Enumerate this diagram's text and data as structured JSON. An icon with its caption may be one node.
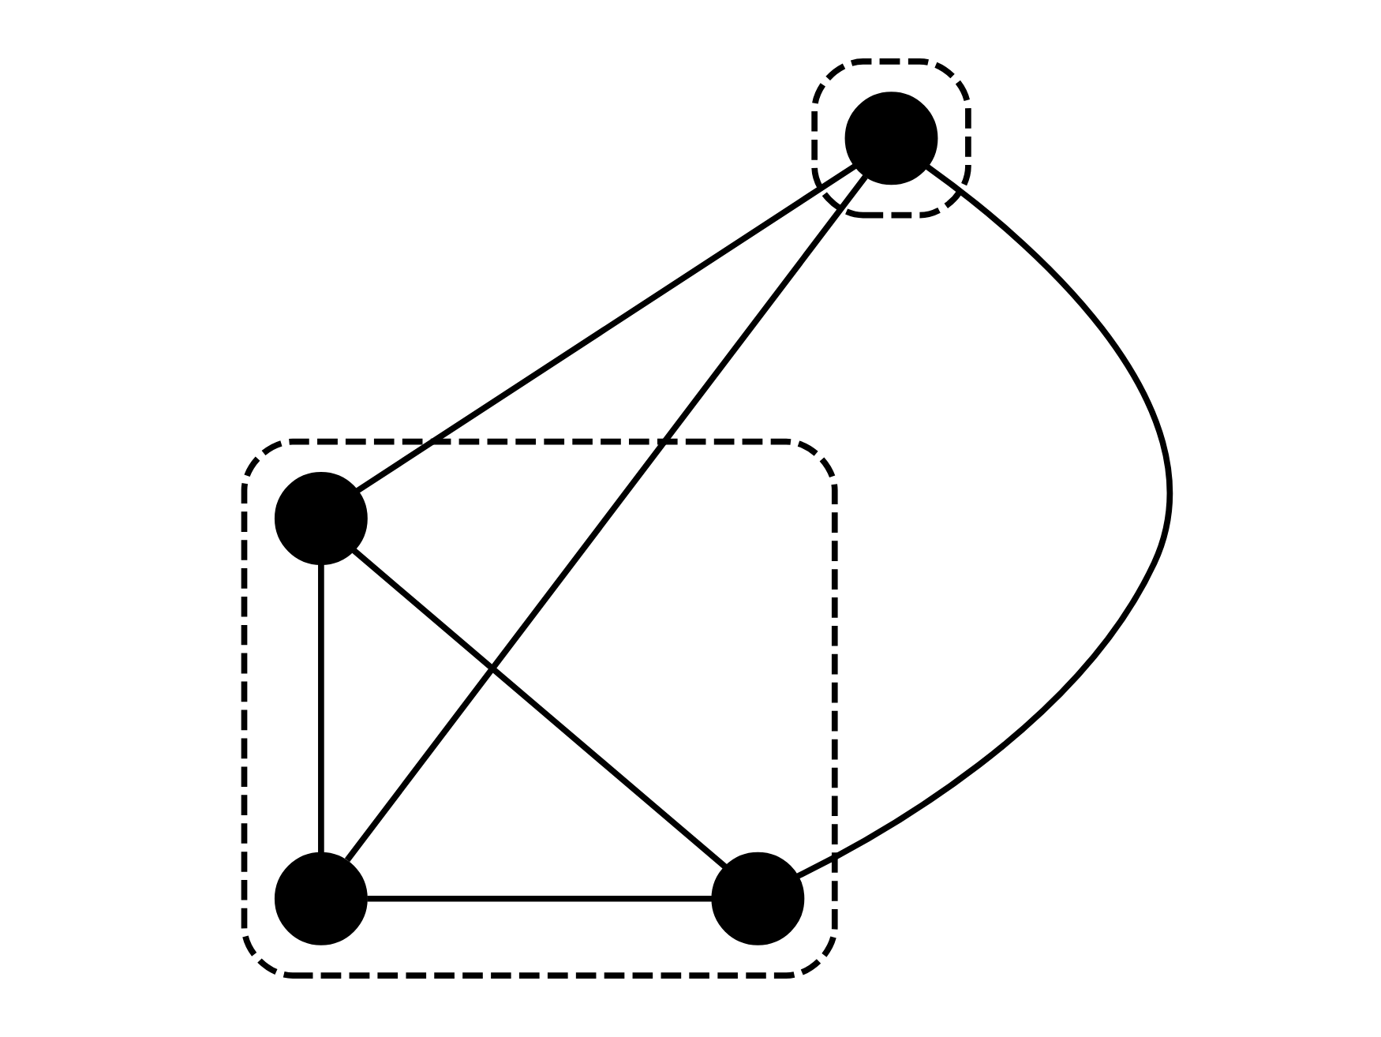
{
  "diagram": {
    "nodes": [
      {
        "text": [],
        "shape": "ellipse"
      },
      {
        "text": [],
        "shape": "circle",
        "in": 0
      },
      {
        "text": [],
        "shape": "ellipse"
      },
      {
        "text": [],
        "shape": "circle",
        "in": 2
      },
      {
        "text": [],
        "shape": "circle",
        "in": 2
      },
      {
        "text": [],
        "shape": "circle",
        "in": 2
      }
    ],
    "edges": [
      {
        "from": 1,
        "to": 3,
        "arrow": "none"
      },
      {
        "from": 1,
        "to": 4,
        "arrow": "none"
      },
      {
        "from": 1,
        "to": 5,
        "arrow": "none"
      },
      {
        "from": 3,
        "to": 4,
        "arrow": "none"
      },
      {
        "from": 3,
        "to": 5,
        "arrow": "none"
      },
      {
        "from": 4,
        "to": 5,
        "arrow": "none"
      }
    ]
  }
}
